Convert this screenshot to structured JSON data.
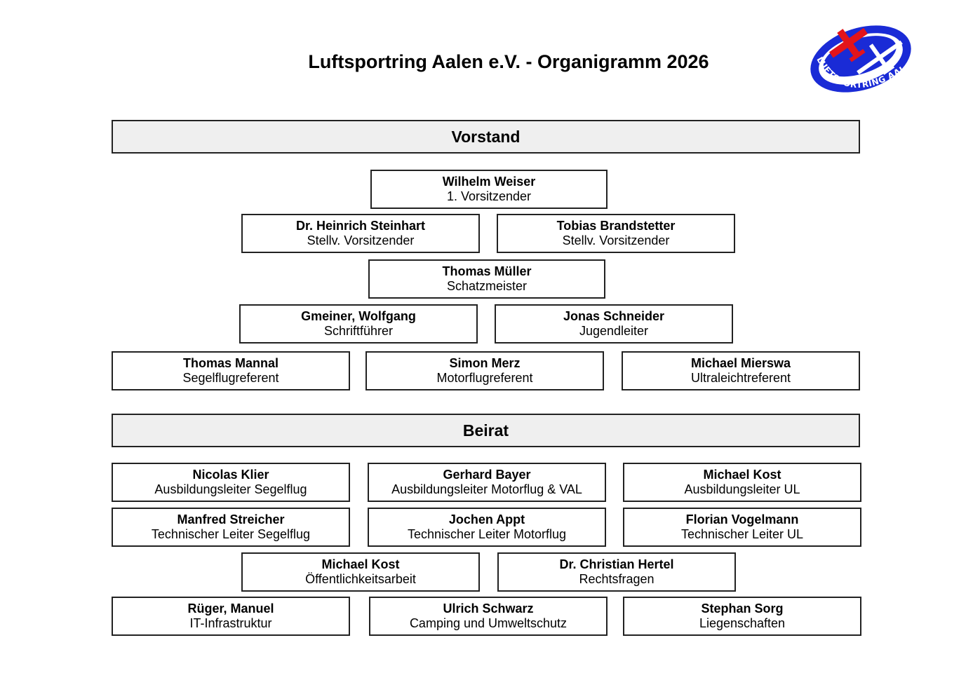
{
  "title": "Luftsportring Aalen e.V. - Organigramm 2026",
  "logo": {
    "text": "LUFTSPORTRING AALEN",
    "colors": {
      "ring": "#1a2bd6",
      "plane": "#e3141b",
      "glider": "#ffffff"
    }
  },
  "vorstand": {
    "heading": "Vorstand",
    "members": [
      {
        "name": "Wilhelm Weiser",
        "role": "1. Vorsitzender"
      },
      {
        "name": "Dr. Heinrich Steinhart",
        "role": "Stellv. Vorsitzender"
      },
      {
        "name": "Tobias Brandstetter",
        "role": "Stellv. Vorsitzender"
      },
      {
        "name": "Thomas Müller",
        "role": "Schatzmeister"
      },
      {
        "name": "Gmeiner, Wolfgang",
        "role": "Schriftführer"
      },
      {
        "name": "Jonas Schneider",
        "role": "Jugendleiter"
      },
      {
        "name": "Thomas Mannal",
        "role": "Segelflugreferent"
      },
      {
        "name": "Simon Merz",
        "role": "Motorflugreferent"
      },
      {
        "name": "Michael Mierswa",
        "role": "Ultraleichtreferent"
      }
    ]
  },
  "beirat": {
    "heading": "Beirat",
    "members": [
      {
        "name": "Nicolas Klier",
        "role": "Ausbildungsleiter Segelflug"
      },
      {
        "name": "Gerhard Bayer",
        "role": "Ausbildungsleiter Motorflug & VAL"
      },
      {
        "name": "Michael Kost",
        "role": "Ausbildungsleiter UL"
      },
      {
        "name": "Manfred Streicher",
        "role": "Technischer Leiter Segelflug"
      },
      {
        "name": "Jochen Appt",
        "role": "Technischer Leiter Motorflug"
      },
      {
        "name": "Florian Vogelmann",
        "role": "Technischer Leiter UL"
      },
      {
        "name": "Michael Kost",
        "role": "Öffentlichkeitsarbeit"
      },
      {
        "name": "Dr. Christian Hertel",
        "role": "Rechtsfragen"
      },
      {
        "name": "Rüger, Manuel",
        "role": "IT-Infrastruktur"
      },
      {
        "name": "Ulrich Schwarz",
        "role": "Camping und Umweltschutz"
      },
      {
        "name": "Stephan Sorg",
        "role": "Liegenschaften"
      }
    ]
  }
}
